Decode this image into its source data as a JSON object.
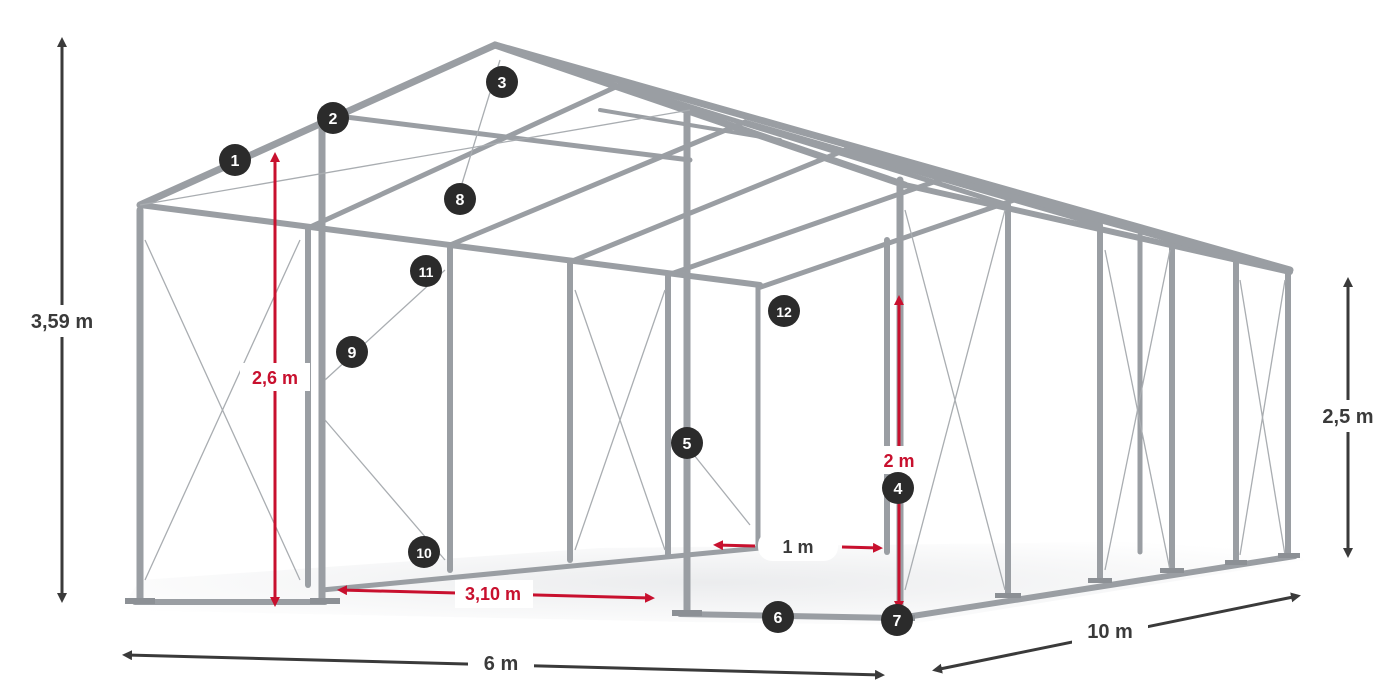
{
  "dimensions": {
    "total_height": "3,59 m",
    "side_height": "2,5 m",
    "inner_height": "2,6 m",
    "door_height": "2 m",
    "door_width": "1 m",
    "front_opening": "3,10 m",
    "width": "6 m",
    "length": "10 m"
  },
  "parts": [
    "1",
    "2",
    "3",
    "4",
    "5",
    "6",
    "7",
    "8",
    "9",
    "10",
    "11",
    "12"
  ],
  "colors": {
    "accent": "#c8102e",
    "dark": "#3a3a3a",
    "frame": "#9a9ea3",
    "badge": "#2b2b2b"
  }
}
